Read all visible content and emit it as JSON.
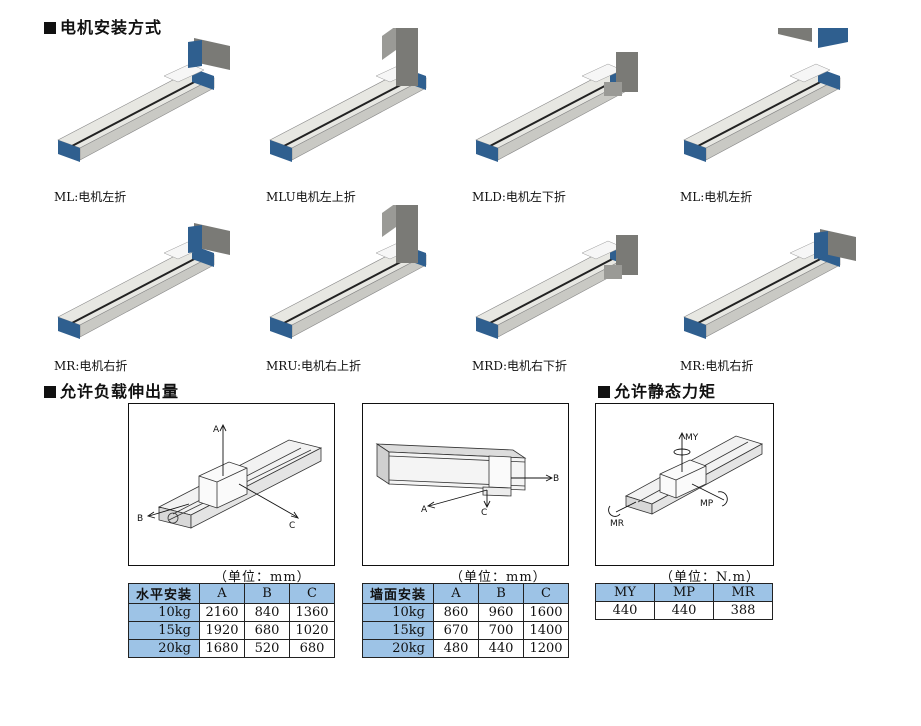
{
  "sections": {
    "mounting": "电机安装方式",
    "overhang": "允许负载伸出量",
    "moment": "允许静态力矩"
  },
  "mount_types": [
    {
      "label": "ML:电机左折"
    },
    {
      "label": "MLU电机左上折"
    },
    {
      "label": "MLD:电机左下折"
    },
    {
      "label": "ML:电机左折"
    },
    {
      "label": "MR:电机右折"
    },
    {
      "label": "MRU:电机右上折"
    },
    {
      "label": "MRD:电机右下折"
    },
    {
      "label": "MR:电机右折"
    }
  ],
  "diagram_labels": {
    "a": "A",
    "b": "B",
    "c": "C",
    "my": "MY",
    "mp": "MP",
    "mr": "MR"
  },
  "horizontal_table": {
    "unit": "（单位：mm）",
    "headers": [
      "水平安装",
      "A",
      "B",
      "C"
    ],
    "rows": [
      [
        "10kg",
        "2160",
        "840",
        "1360"
      ],
      [
        "15kg",
        "1920",
        "680",
        "1020"
      ],
      [
        "20kg",
        "1680",
        "520",
        "680"
      ]
    ]
  },
  "wall_table": {
    "unit": "（单位：mm）",
    "headers": [
      "墙面安装",
      "A",
      "B",
      "C"
    ],
    "rows": [
      [
        "10kg",
        "860",
        "960",
        "1600"
      ],
      [
        "15kg",
        "670",
        "700",
        "1400"
      ],
      [
        "20kg",
        "480",
        "440",
        "1200"
      ]
    ]
  },
  "moment_table": {
    "unit": "（单位：N.m）",
    "headers": [
      "MY",
      "MP",
      "MR"
    ],
    "rows": [
      [
        "440",
        "440",
        "388"
      ]
    ]
  },
  "colors": {
    "header_fill": "#9dc3e6",
    "rail_blue": "#2f5f8f",
    "rail_body": "#e7e7e2",
    "motor_gray": "#7a7a76"
  },
  "icons": [
    "actuator-render",
    "motor-render",
    "arrow-icon",
    "rotation-icon"
  ]
}
